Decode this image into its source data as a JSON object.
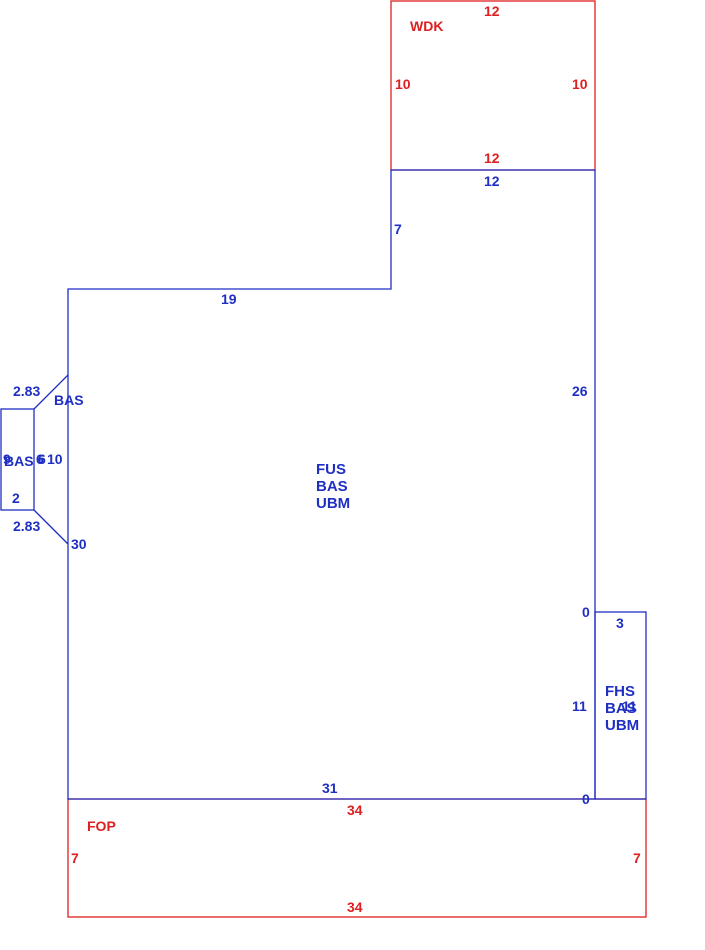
{
  "colors": {
    "living": "#1f2fc4",
    "exterior": "#dd1f1f",
    "background": "#ffffff"
  },
  "wdk": {
    "name": "WDK",
    "top": "12",
    "bottom": "12",
    "left": "10",
    "right": "10"
  },
  "main": {
    "codes": [
      "FUS",
      "BAS",
      "UBM"
    ],
    "top_step": "12",
    "step_left": "7",
    "left_top": "19",
    "right_side": "26",
    "left_side": "30",
    "bottom": "31"
  },
  "bay": {
    "name": "BAS",
    "inner_label": "BAS",
    "diag_top": "2.83",
    "diag_bottom": "2.83",
    "side_labels": [
      "6",
      "10"
    ],
    "front_a": "9",
    "front_b": "6",
    "bottom_width": "2"
  },
  "fhs": {
    "codes": [
      "FHS",
      "BAS",
      "UBM"
    ],
    "top_zero": "0",
    "top": "3",
    "left": "11",
    "right": "11",
    "bottom_zero": "0"
  },
  "fop": {
    "name": "FOP",
    "top": "34",
    "bottom": "34",
    "left": "7",
    "right": "7"
  }
}
